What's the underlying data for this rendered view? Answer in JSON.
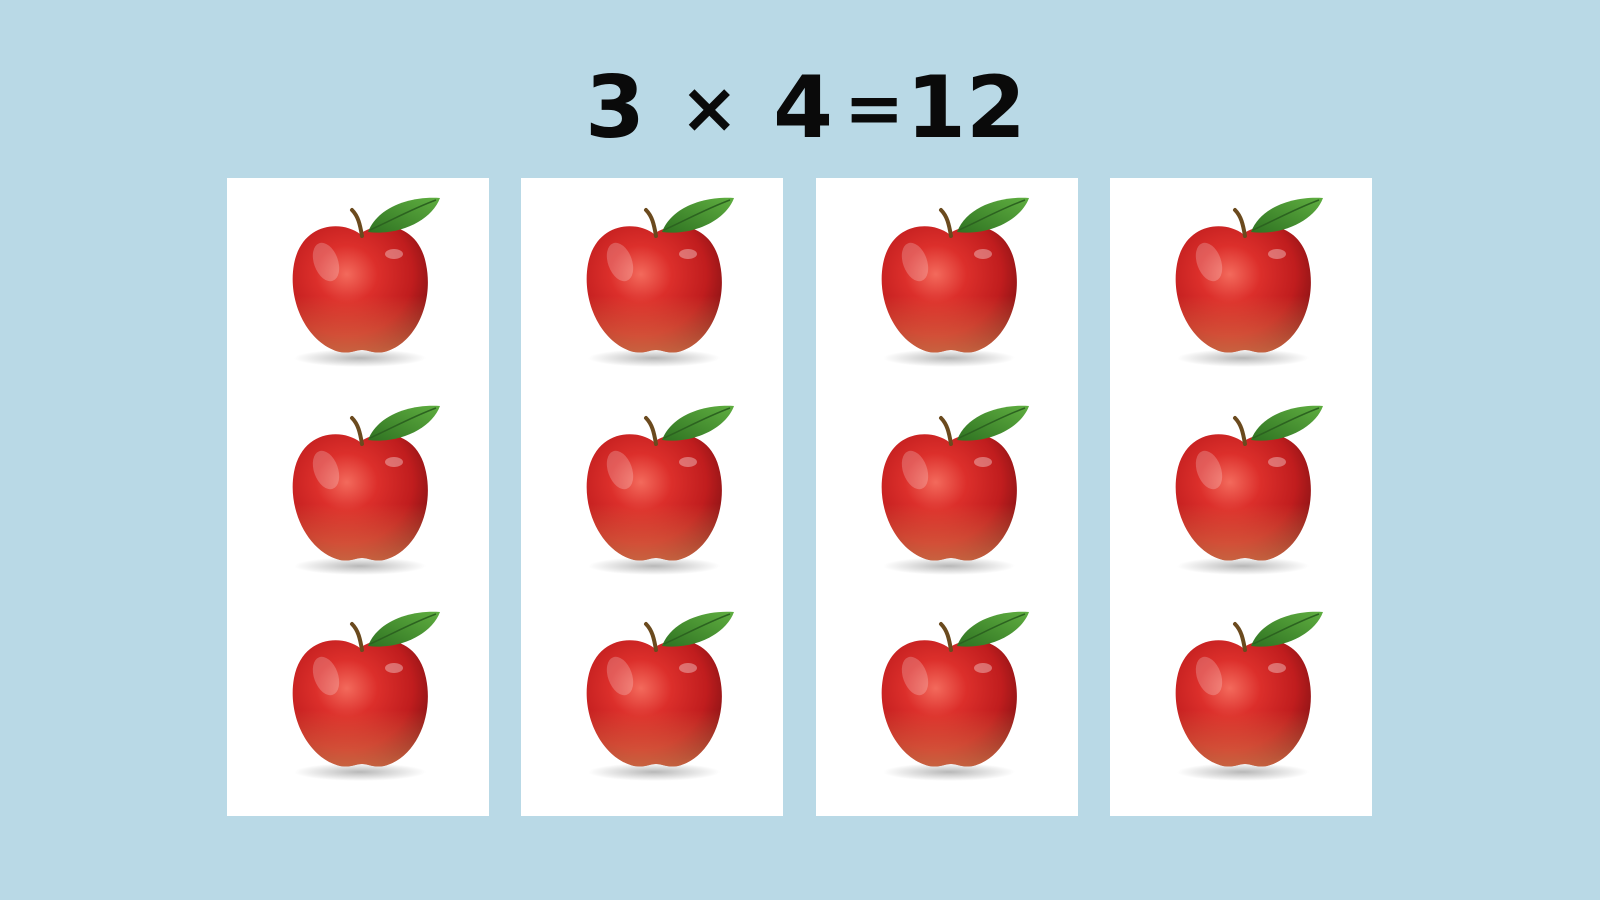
{
  "equation": {
    "factor_a": "3",
    "times_symbol": "×",
    "factor_b": "4",
    "equals_symbol": "=",
    "result": "12"
  },
  "groups": [
    {
      "apples": 3
    },
    {
      "apples": 3
    },
    {
      "apples": 3
    },
    {
      "apples": 3
    }
  ],
  "colors": {
    "background": "#b9d9e6",
    "panel": "#ffffff",
    "apple_red": "#d42a2a",
    "leaf_green": "#3f8f2f",
    "text": "#0a0a0a"
  },
  "icons": {
    "apple": "apple-icon"
  }
}
